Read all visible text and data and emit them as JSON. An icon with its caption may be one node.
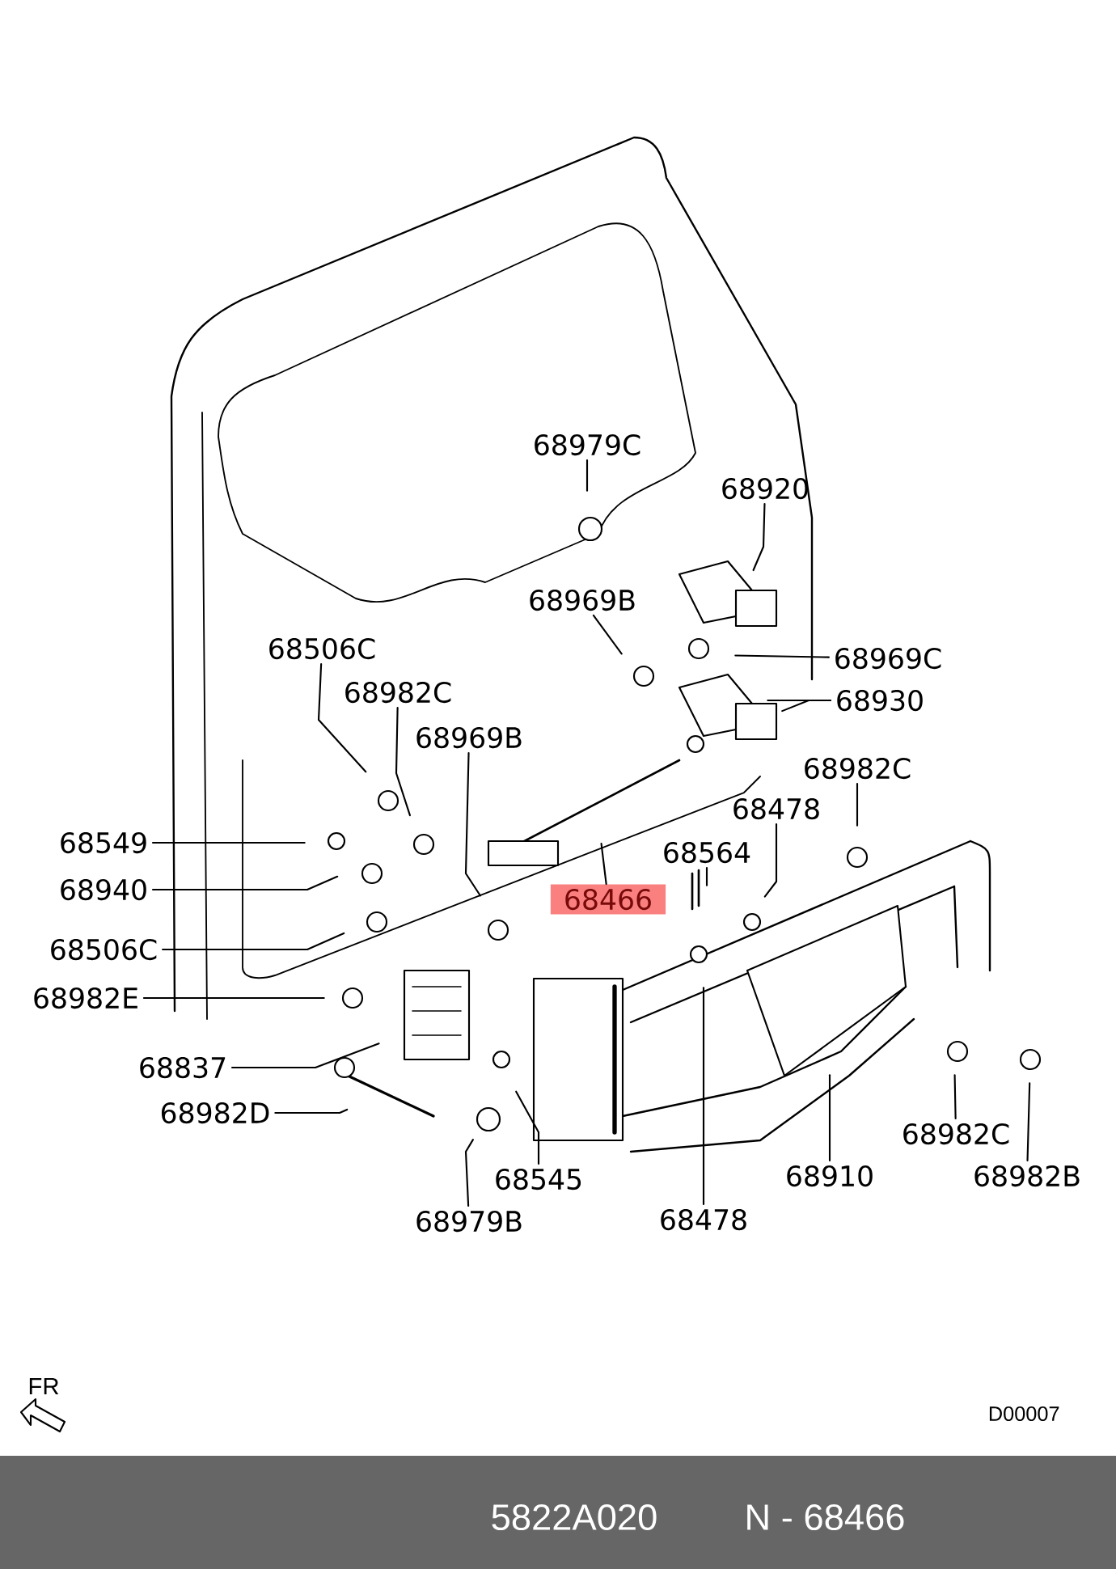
{
  "diagram": {
    "nodes": [
      {
        "text": [
          "68979C"
        ]
      },
      {
        "text": [
          "68920"
        ]
      },
      {
        "text": [
          "68969B"
        ]
      },
      {
        "text": [
          "68506C"
        ]
      },
      {
        "text": [
          "68969C"
        ]
      },
      {
        "text": [
          "68982C"
        ]
      },
      {
        "text": [
          "68930"
        ]
      },
      {
        "text": [
          "68969B"
        ]
      },
      {
        "text": [
          "68982C"
        ]
      },
      {
        "text": [
          "68478"
        ]
      },
      {
        "text": [
          "68549"
        ]
      },
      {
        "text": [
          "68564"
        ]
      },
      {
        "text": [
          "68466"
        ]
      },
      {
        "text": [
          "68940"
        ]
      },
      {
        "text": [
          "68506C"
        ]
      },
      {
        "text": [
          "68982E"
        ]
      },
      {
        "text": [
          "68837"
        ]
      },
      {
        "text": [
          "68982D"
        ]
      },
      {
        "text": [
          "68982C"
        ]
      },
      {
        "text": [
          "68910"
        ]
      },
      {
        "text": [
          "68545"
        ]
      },
      {
        "text": [
          "68982B"
        ]
      },
      {
        "text": [
          "68979B"
        ]
      },
      {
        "text": [
          "68478"
        ]
      }
    ],
    "edges": [
      {
        "from": 0,
        "to": null,
        "arrow": "none"
      },
      {
        "from": 1,
        "to": null,
        "arrow": "none"
      },
      {
        "from": 2,
        "to": null,
        "arrow": "none"
      },
      {
        "from": 3,
        "to": null,
        "arrow": "none"
      },
      {
        "from": 4,
        "to": null,
        "arrow": "none"
      },
      {
        "from": 5,
        "to": null,
        "arrow": "none"
      },
      {
        "from": 6,
        "to": null,
        "arrow": "none"
      },
      {
        "from": 6,
        "to": null,
        "arrow": "none"
      },
      {
        "from": 7,
        "to": null,
        "arrow": "none"
      },
      {
        "from": 8,
        "to": null,
        "arrow": "none"
      },
      {
        "from": 9,
        "to": null,
        "arrow": "none"
      },
      {
        "from": 10,
        "to": null,
        "arrow": "none"
      },
      {
        "from": 11,
        "to": null,
        "arrow": "none"
      },
      {
        "from": 12,
        "to": null,
        "arrow": "none"
      },
      {
        "from": 13,
        "to": null,
        "arrow": "none"
      },
      {
        "from": 14,
        "to": null,
        "arrow": "none"
      },
      {
        "from": 15,
        "to": null,
        "arrow": "none"
      },
      {
        "from": 16,
        "to": null,
        "arrow": "none"
      },
      {
        "from": 17,
        "to": null,
        "arrow": "none"
      },
      {
        "from": 18,
        "to": null,
        "arrow": "none"
      },
      {
        "from": 19,
        "to": null,
        "arrow": "none"
      },
      {
        "from": 20,
        "to": null,
        "arrow": "none"
      },
      {
        "from": 21,
        "to": null,
        "arrow": "none"
      },
      {
        "from": 22,
        "to": null,
        "arrow": "none"
      },
      {
        "from": 23,
        "to": null,
        "arrow": "none"
      }
    ],
    "labels": [
      "FR",
      "D00007",
      "5822A020",
      "N - 68466"
    ]
  }
}
